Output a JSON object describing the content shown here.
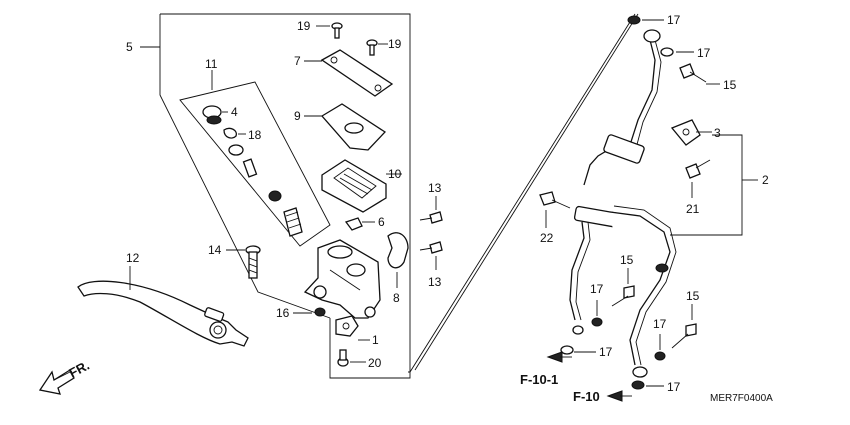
{
  "callouts": {
    "c1": "1",
    "c2": "2",
    "c3": "3",
    "c4": "4",
    "c5": "5",
    "c6": "6",
    "c7": "7",
    "c8": "8",
    "c9": "9",
    "c10": "10",
    "c11": "11",
    "c12": "12",
    "c13a": "13",
    "c13b": "13",
    "c14": "14",
    "c15a": "15",
    "c15b": "15",
    "c15c": "15",
    "c16": "16",
    "c17a": "17",
    "c17b": "17",
    "c17c": "17",
    "c17d": "17",
    "c17e": "17",
    "c17f": "17",
    "c18": "18",
    "c19a": "19",
    "c19b": "19",
    "c20": "20",
    "c21": "21",
    "c22": "22"
  },
  "refs": {
    "f101": "F-10-1",
    "f10": "F-10",
    "front": "FR."
  },
  "diagram_code": "MER7F0400A",
  "colors": {
    "ink": "#111111",
    "background": "#ffffff"
  }
}
